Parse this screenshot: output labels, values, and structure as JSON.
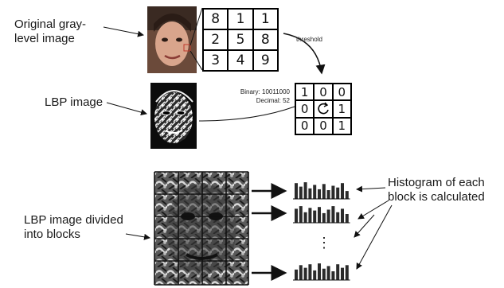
{
  "labels": {
    "original": "Original gray-\nlevel image",
    "lbp_image": "LBP image",
    "threshold": "threshold",
    "binary": "Binary: 10011000",
    "decimal": "Decimal: 52",
    "divided": "LBP image divided\ninto blocks",
    "histogram": "Histogram of each\nblock is calculated",
    "ellipsis": "⋮"
  },
  "gray_grid": [
    "8",
    "1",
    "1",
    "2",
    "5",
    "8",
    "3",
    "4",
    "9"
  ],
  "binary_grid": [
    "1",
    "0",
    "0",
    "0",
    "",
    "1",
    "0",
    "0",
    "1"
  ],
  "histograms": [
    [
      0.9,
      0.7,
      0.95,
      0.6,
      0.8,
      0.55,
      0.85,
      0.5,
      0.75,
      0.65,
      0.9,
      0.45
    ],
    [
      0.8,
      0.95,
      0.6,
      0.85,
      0.7,
      0.9,
      0.55,
      0.75,
      0.95,
      0.6,
      0.8,
      0.5
    ],
    [
      0.6,
      0.85,
      0.7,
      0.9,
      0.55,
      0.95,
      0.65,
      0.8,
      0.5,
      0.9,
      0.7,
      0.85
    ]
  ]
}
